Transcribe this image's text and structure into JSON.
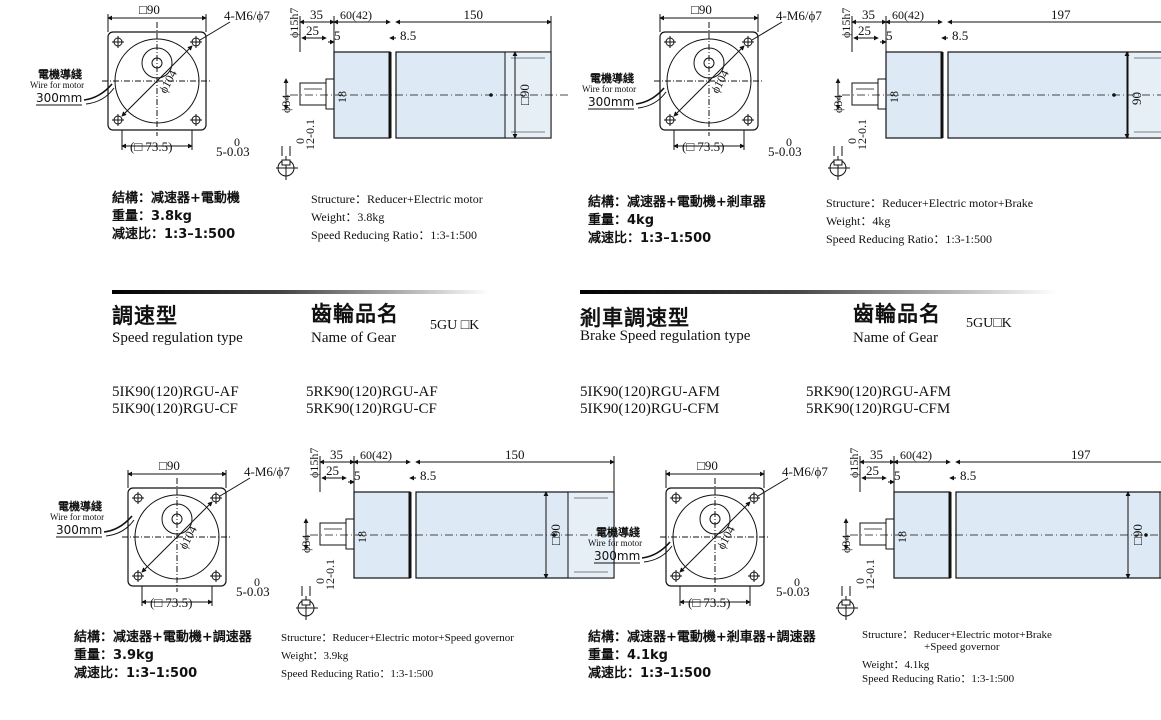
{
  "drawings": [
    {
      "sq90": "□90",
      "bolts": "4-M6/ϕ7",
      "wire_cn": "電機導綫",
      "wire_en": "Wire for motor",
      "wire_len": "300mm",
      "pcd": "ϕ104",
      "sq735": "(□ 73.5)",
      "d35": "35",
      "d6042": "60(42)",
      "dlen": "150",
      "d15h7": "ϕ15h7",
      "d25": "25",
      "d5": "5",
      "d85": "8.5",
      "d34": "ϕ34",
      "d18": "18",
      "dsq90": "□90",
      "tol": "0",
      "tol2": "5-0.03",
      "tol3": "0",
      "tol4": "12-0.1"
    },
    {
      "sq90": "□90",
      "bolts": "4-M6/ϕ7",
      "wire_cn": "電機導綫",
      "wire_en": "Wire for motor",
      "wire_len": "300mm",
      "pcd": "ϕ104",
      "sq735": "(□ 73.5)",
      "d35": "35",
      "d6042": "60(42)",
      "dlen": "197",
      "d15h7": "ϕ15h7",
      "d25": "25",
      "d5": "5",
      "d85": "8.5",
      "d34": "ϕ34",
      "d18": "18",
      "dsq90": "90",
      "tol": "0",
      "tol2": "5-0.03",
      "tol3": "0",
      "tol4": "12-0.1"
    },
    {
      "sq90": "□90",
      "bolts": "4-M6/ϕ7",
      "wire_cn": "電機導綫",
      "wire_en": "Wire for motor",
      "wire_len": "300mm",
      "pcd": "ϕ104",
      "sq735": "(□ 73.5)",
      "d35": "35",
      "d6042": "60(42)",
      "dlen": "150",
      "d15h7": "ϕ15h7",
      "d25": "25",
      "d5": "5",
      "d85": "8.5",
      "d34": "ϕ34",
      "d18": "18",
      "dsq90": "□90",
      "tol": "0",
      "tol2": "5-0.03",
      "tol3": "0",
      "tol4": "12-0.1"
    },
    {
      "sq90": "□90",
      "bolts": "4-M6/ϕ7",
      "wire_cn": "電機導綫",
      "wire_en": "Wire for motor",
      "wire_len": "300mm",
      "pcd": "ϕ104",
      "sq735": "(□ 73.5)",
      "d35": "35",
      "d6042": "60(42)",
      "dlen": "197",
      "d15h7": "ϕ15h7",
      "d25": "25",
      "d5": "5",
      "d85": "8.5",
      "d34": "ϕ34",
      "d18": "18",
      "dsq90": "□90",
      "tol": "0",
      "tol2": "5-0.03",
      "tol3": "0",
      "tol4": "12-0.1"
    }
  ],
  "specs": [
    {
      "cn": [
        "結構：减速器+電動機",
        "重量：3.8kg",
        "减速比：1:3–1:500"
      ],
      "en": [
        "Structure：Reducer+Electric motor",
        "Weight：3.8kg",
        "Speed Reducing Ratio：1:3-1:500"
      ]
    },
    {
      "cn": [
        "結構：减速器+電動機+剎車器",
        "重量：4kg",
        "减速比：1:3–1:500"
      ],
      "en": [
        "Structure：Reducer+Electric motor+Brake",
        "Weight：4kg",
        "Speed Reducing Ratio：1:3-1:500"
      ]
    },
    {
      "cn": [
        "結構：减速器+電動機+調速器",
        "重量：3.9kg",
        "减速比：1:3–1:500"
      ],
      "en": [
        "Structure：Reducer+Electric motor+Speed governor",
        "Weight：3.9kg",
        "Speed Reducing Ratio：1:3-1:500"
      ]
    },
    {
      "cn": [
        "結構：减速器+電動機+剎車器+調速器",
        "重量：4.1kg",
        "减速比：1:3–1:500"
      ],
      "en": [
        "Structure：Reducer+Electric motor+Brake",
        "+Speed governor",
        "Weight：4.1kg",
        "Speed Reducing Ratio：1:3-1:500"
      ]
    }
  ],
  "sections": [
    {
      "title_cn": "調速型",
      "title_en": "Speed regulation type",
      "gear_cn": "齒輪品名",
      "gear_en": "Name of Gear",
      "gear_code": "5GU □K",
      "models": [
        [
          "5IK90(120)RGU-AF",
          "5RK90(120)RGU-AF"
        ],
        [
          "5IK90(120)RGU-CF",
          "5RK90(120)RGU-CF"
        ]
      ]
    },
    {
      "title_cn": "剎車調速型",
      "title_en": "Brake Speed regulation type",
      "gear_cn": "齒輪品名",
      "gear_en": "Name of Gear",
      "gear_code": "5GU□K",
      "models": [
        [
          "5IK90(120)RGU-AFM",
          "5RK90(120)RGU-AFM"
        ],
        [
          "5IK90(120)RGU-CFM",
          "5RK90(120)RGU-CFM"
        ]
      ]
    }
  ],
  "colors": {
    "motor_fill": "#dde9f4",
    "line": "#111111",
    "bar_start": "#000000"
  }
}
